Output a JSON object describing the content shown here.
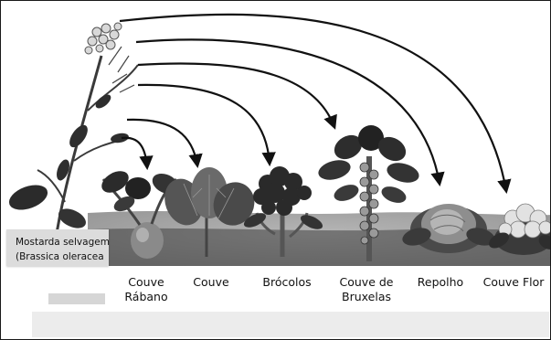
{
  "origin": {
    "line1": "Mostarda selvagem",
    "line2": "(Brassica oleracea"
  },
  "varieties": [
    {
      "icon": "kohlrabi-icon",
      "line1": "Couve",
      "line2": "Rábano"
    },
    {
      "icon": "kale-icon",
      "line1": "Couve",
      "line2": ""
    },
    {
      "icon": "broccoli-icon",
      "line1": "Brócolos",
      "line2": ""
    },
    {
      "icon": "brussels-sprouts-icon",
      "line1": "Couve de",
      "line2": "Bruxelas"
    },
    {
      "icon": "cabbage-icon",
      "line1": "Repolho",
      "line2": ""
    },
    {
      "icon": "cauliflower-icon",
      "line1": "Couve Flor",
      "line2": ""
    }
  ],
  "colors": {
    "ink": "#111111",
    "stem": "#3a3a3a",
    "leaf": "#2b2b2b",
    "bg": "#ffffff"
  }
}
